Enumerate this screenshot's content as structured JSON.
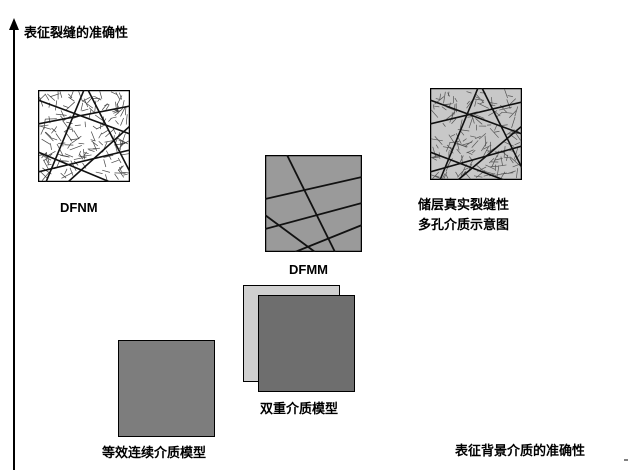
{
  "axes": {
    "y_label": "表征裂缝的准确性",
    "x_label": "表征背景介质的准确性"
  },
  "models": {
    "dfnm": {
      "label": "DFNM"
    },
    "dfmm": {
      "label": "DFMM"
    },
    "real": {
      "label_line1": "储层真实裂缝性",
      "label_line2": "多孔介质示意图"
    },
    "dual": {
      "label": "双重介质模型"
    },
    "equiv": {
      "label": "等效连续介质模型"
    }
  },
  "colors": {
    "axis": "#000000",
    "fracture_line": "#111111",
    "dfmm_fill": "#9a9a9a",
    "dual_back_fill": "#d0d0d0",
    "dual_front_fill": "#6e6e6e",
    "equiv_fill": "#7d7d7d",
    "real_fill": "#c8c8c8",
    "dfnm_fill": "#ffffff"
  }
}
